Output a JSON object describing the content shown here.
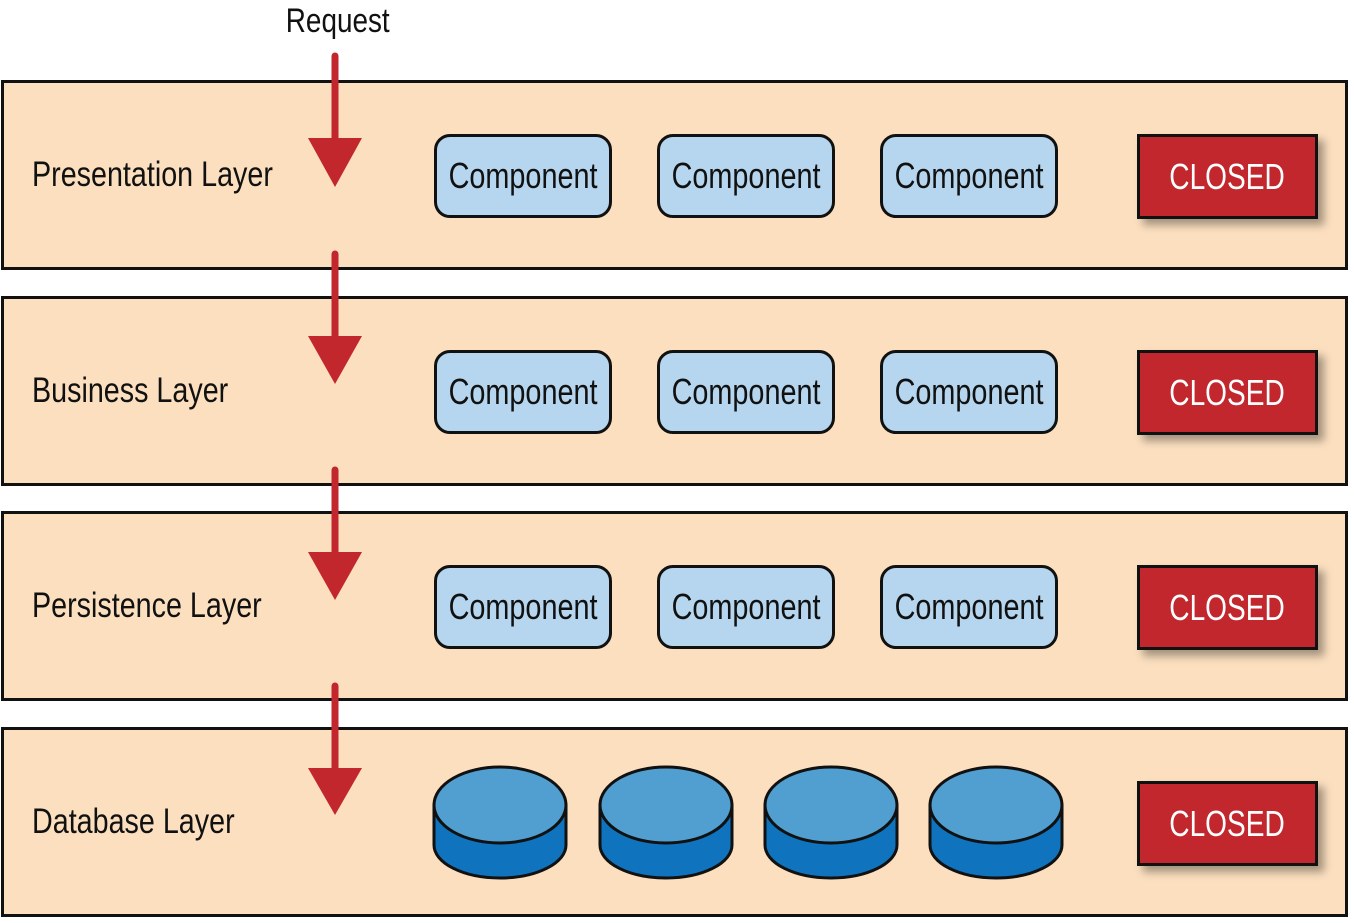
{
  "request_label": "Request",
  "component_label": "Component",
  "closed_label": "CLOSED",
  "layers": [
    {
      "label": "Presentation Layer"
    },
    {
      "label": "Business Layer"
    },
    {
      "label": "Persistence Layer"
    },
    {
      "label": "Database Layer"
    }
  ],
  "colors": {
    "layer_fill": "#fbdfbf",
    "component_fill": "#b5d6ee",
    "closed_fill": "#c1272d",
    "arrow": "#c1272d",
    "database_top": "#519fd1",
    "database_body": "#0f73bd"
  }
}
